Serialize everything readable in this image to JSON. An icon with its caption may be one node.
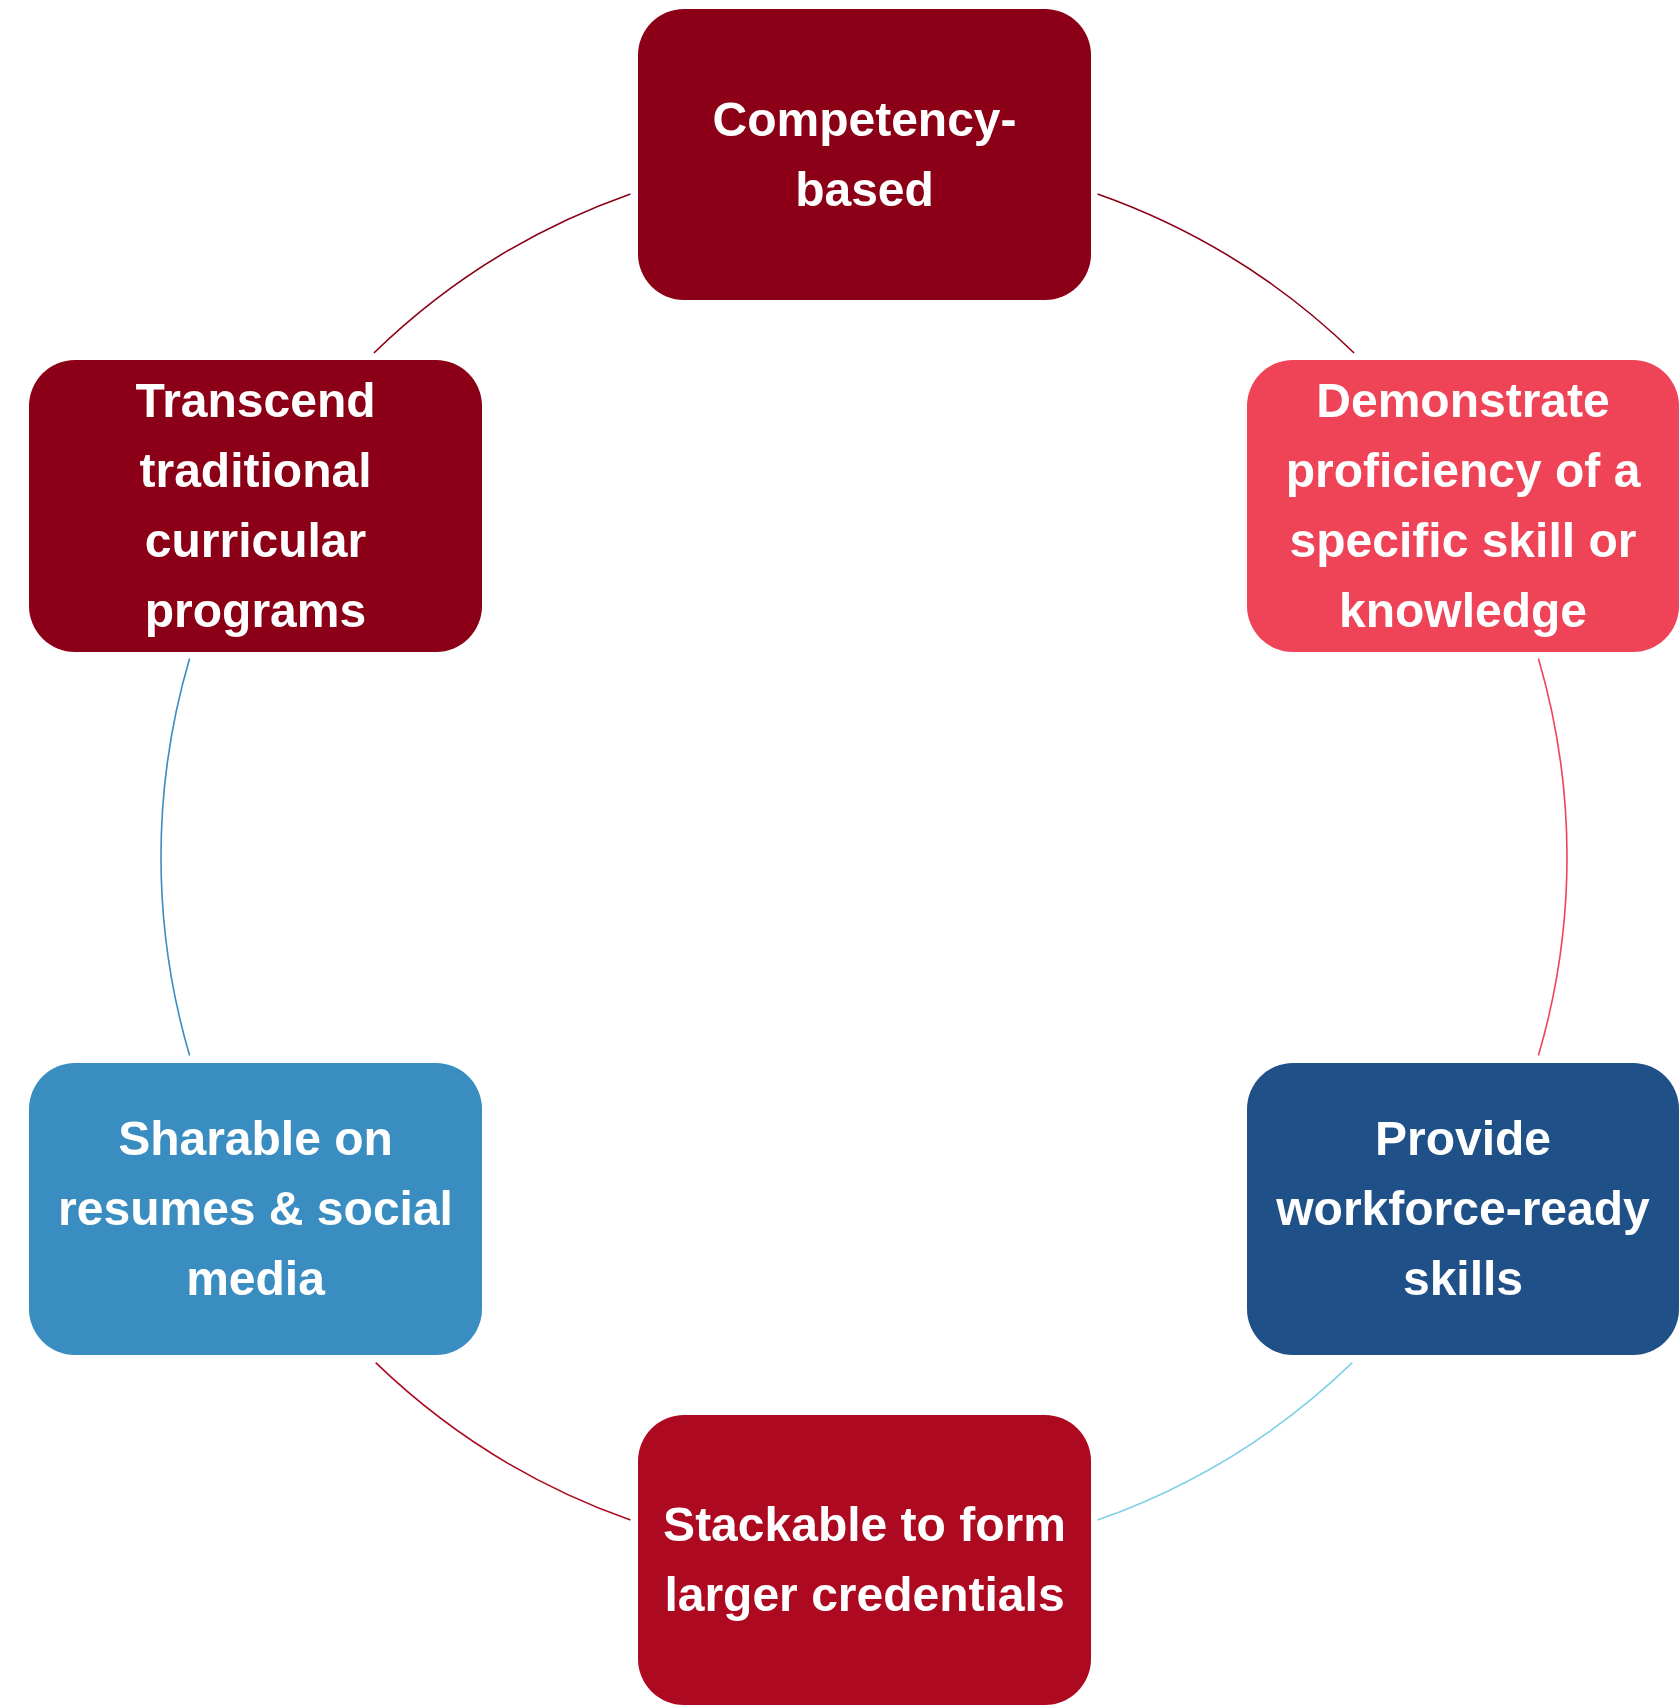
{
  "diagram": {
    "nodes": [
      {
        "text": [
          "Competency-based"
        ]
      },
      {
        "text": [
          "Demonstrate proficiency of a specific skill or knowledge"
        ]
      },
      {
        "text": [
          "Provide workforce-ready skills"
        ]
      },
      {
        "text": [
          "Stackable to form larger credentials"
        ]
      },
      {
        "text": [
          "Sharable on resumes & social media"
        ]
      },
      {
        "text": [
          "Transcend traditional curricular programs"
        ]
      }
    ],
    "edges": [
      {
        "from": 0,
        "to": 1,
        "arrow": "none",
        "color": "#8b0016"
      },
      {
        "from": 1,
        "to": 2,
        "arrow": "none",
        "color": "#ef4358"
      },
      {
        "from": 2,
        "to": 3,
        "arrow": "none",
        "color": "#7fd0e8"
      },
      {
        "from": 3,
        "to": 4,
        "arrow": "none",
        "color": "#ad0a22"
      },
      {
        "from": 4,
        "to": 5,
        "arrow": "none",
        "color": "#3a8dc0"
      },
      {
        "from": 5,
        "to": 0,
        "arrow": "none",
        "color": "#8b0016"
      }
    ]
  }
}
